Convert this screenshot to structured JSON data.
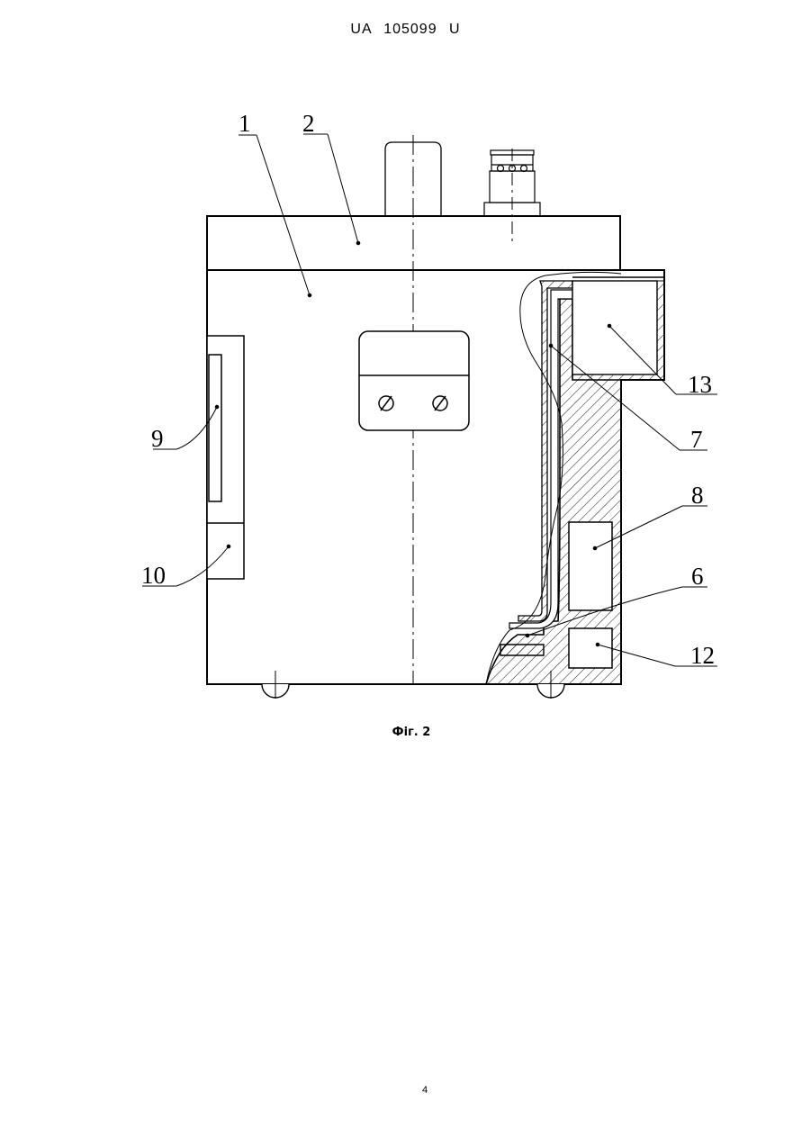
{
  "header": {
    "patent_number": "UA   105099   U"
  },
  "figure": {
    "caption": "Фіг. 2",
    "callouts": {
      "c1": "1",
      "c2": "2",
      "c6": "6",
      "c7": "7",
      "c8": "8",
      "c9": "9",
      "c10": "10",
      "c12": "12",
      "c13": "13"
    }
  },
  "footer": {
    "page_number": "4"
  }
}
